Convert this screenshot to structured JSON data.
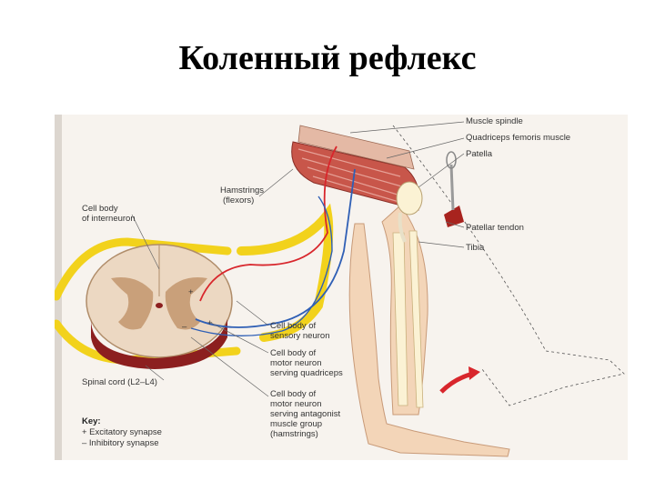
{
  "title": "Коленный рефлекс",
  "labels": {
    "muscle_spindle": "Muscle spindle",
    "quadriceps": "Quadriceps femoris muscle",
    "patella": "Patella",
    "hamstrings_1": "Hamstrings",
    "hamstrings_2": "(flexors)",
    "interneuron_1": "Cell body",
    "interneuron_2": "of interneuron",
    "patellar_tendon": "Patellar tendon",
    "tibia": "Tibia",
    "sensory_1": "Cell body of",
    "sensory_2": "sensory neuron",
    "motor_q_1": "Cell body of",
    "motor_q_2": "motor neuron",
    "motor_q_3": "serving quadriceps",
    "spinal_cord": "Spinal cord (L2–L4)",
    "motor_a_1": "Cell body of",
    "motor_a_2": "motor neuron",
    "motor_a_3": "serving antagonist",
    "motor_a_4": "muscle group",
    "motor_a_5": "(hamstrings)"
  },
  "key": {
    "title": "Key:",
    "excitatory": "+ Excitatory synapse",
    "inhibitory": "– Inhibitory synapse"
  },
  "colors": {
    "sensory": "#d8262c",
    "motor": "#2f5fb5",
    "nerve": "#f2d21c",
    "muscle": "#c8564a",
    "skin": "#f3d5b8",
    "grey_matter": "#c9a07a",
    "white_matter": "#ecd8c2"
  }
}
